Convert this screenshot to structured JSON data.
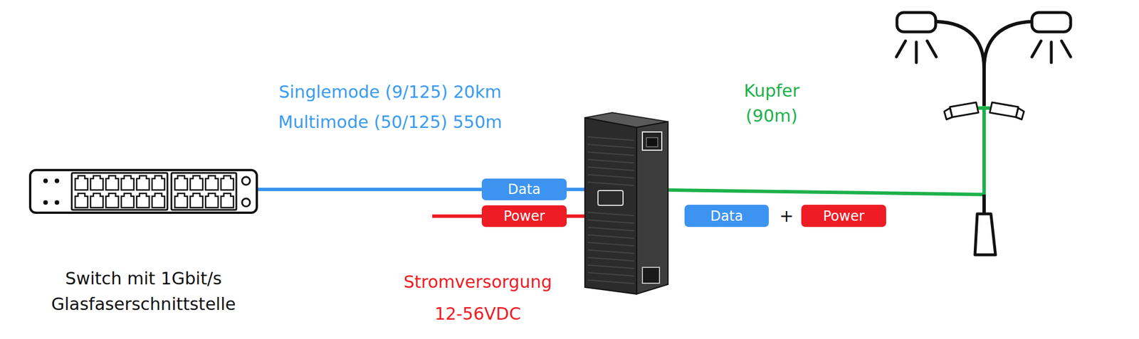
{
  "diagram": {
    "nodes": [
      {
        "text": [
          "Switch mit 1Gbit/s Glasfaserschnittstelle"
        ]
      },
      {
        "text": [
          "Data"
        ]
      },
      {
        "text": [
          "Power"
        ]
      },
      {
        "text": [
          "Data"
        ]
      },
      {
        "text": [
          "Power"
        ]
      }
    ],
    "edges": [
      {
        "from": 0,
        "to": 1,
        "arrow": "none"
      }
    ],
    "labels": [
      "Singlemode (9/125) 20km",
      "Multimode (50/125) 550m",
      "Kupfer",
      "(90m)",
      "+",
      "Stromversorgung",
      "12-56VDC"
    ]
  }
}
